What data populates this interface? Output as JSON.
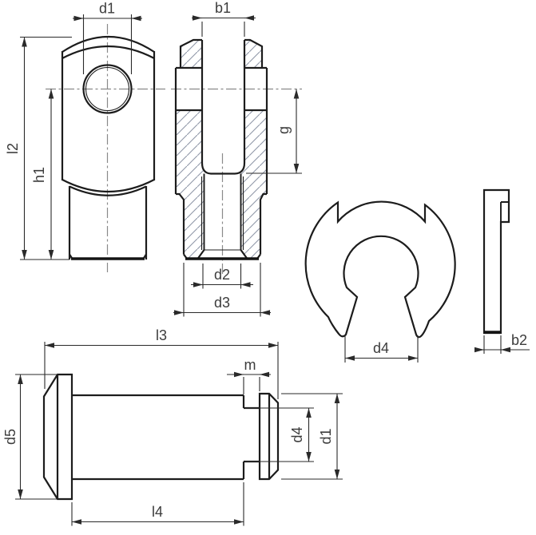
{
  "drawing": {
    "labels": {
      "d1_eye": "d1",
      "b1": "b1",
      "l2": "l2",
      "h1": "h1",
      "g": "g",
      "d2": "d2",
      "d3": "d3",
      "d4_clip": "d4",
      "b2": "b2",
      "l3": "l3",
      "m": "m",
      "d5": "d5",
      "d4_pin": "d4",
      "d1_pin": "d1",
      "l4": "l4"
    }
  },
  "colors": {
    "background": "#ffffff",
    "outline": "#1c1c1c",
    "dimension_lines": "#2a2a2a",
    "hatch": "#9097a8",
    "centerline": "#8a8a8a",
    "text": "#3c3c3c"
  }
}
